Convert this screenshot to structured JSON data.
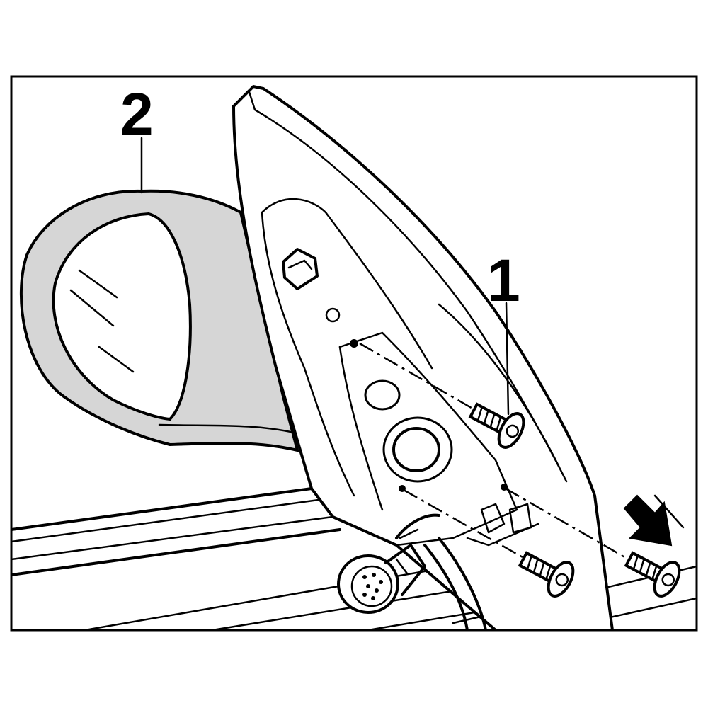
{
  "diagram": {
    "callouts": [
      {
        "id": "1",
        "label": "1"
      },
      {
        "id": "2",
        "label": "2"
      }
    ],
    "colors": {
      "line": "#000000",
      "mirror_housing_fill": "#d6d6d6",
      "background": "#ffffff"
    },
    "icons": [
      "arrow-icon",
      "bolt-icon",
      "connector-icon"
    ]
  }
}
